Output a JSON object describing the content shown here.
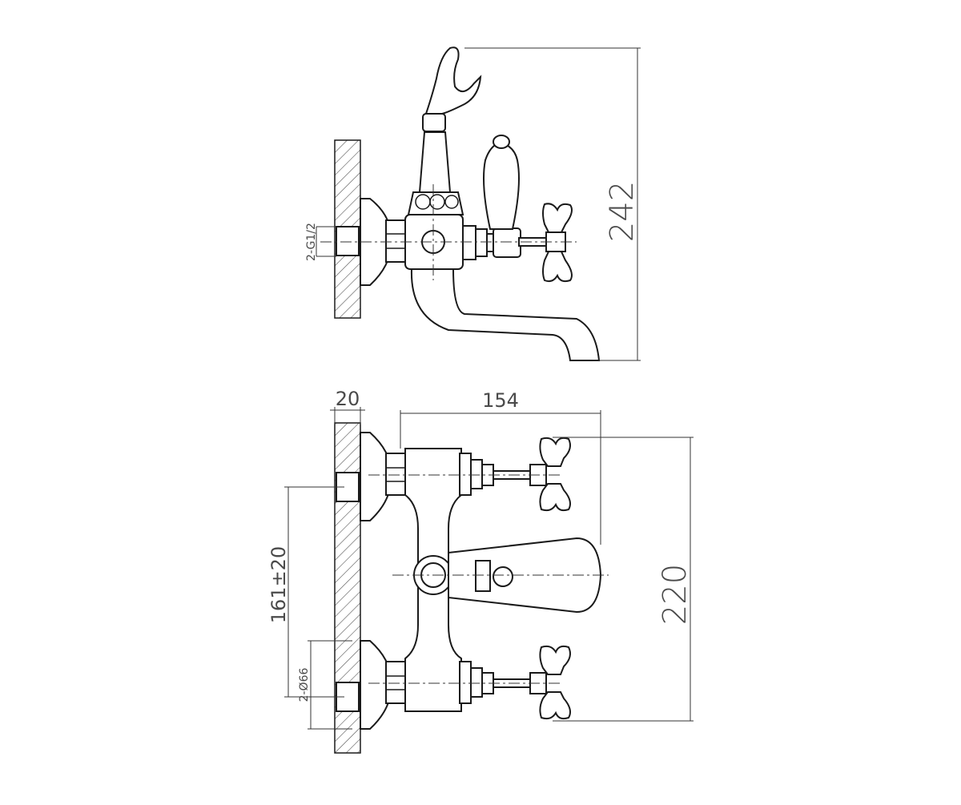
{
  "dimensions": {
    "height_side": "242",
    "width_front": "154",
    "wall_offset": "20",
    "inlet_spacing": "161±20",
    "cross_height": "220",
    "inlet_thread": "2-G1/2",
    "inlet_diameter": "2-Ø66"
  },
  "colors": {
    "stroke": "#1a1a1a",
    "dimension_text": "#4a4a4a"
  }
}
